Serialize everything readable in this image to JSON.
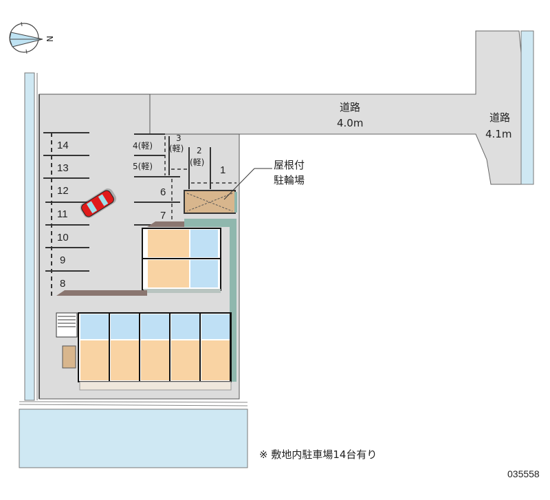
{
  "compass": {
    "label": "N"
  },
  "roads": {
    "main": {
      "name": "道路",
      "width": "4.0m"
    },
    "side": {
      "name": "道路",
      "width": "4.1m"
    }
  },
  "bike_shelter": {
    "line1": "屋根付",
    "line2": "駐輪場"
  },
  "parking": {
    "spaces": [
      {
        "label": "14"
      },
      {
        "label": "13"
      },
      {
        "label": "12"
      },
      {
        "label": "11"
      },
      {
        "label": "10"
      },
      {
        "label": "9"
      },
      {
        "label": "8"
      },
      {
        "label": "4(軽)"
      },
      {
        "label": "5(軽)"
      },
      {
        "num": "3",
        "kei": "(軽)"
      },
      {
        "num": "2",
        "kei": "(軽)"
      },
      {
        "label": "1"
      },
      {
        "label": "6"
      },
      {
        "label": "7"
      }
    ]
  },
  "note": "※ 敷地内駐車場14台有り",
  "code": "035558",
  "colors": {
    "site": "#dcdcdc",
    "road": "#dedede",
    "water": "#cfe8f3",
    "room": "#f9d3a3",
    "wet": "#bfe0f5",
    "shelter": "#d8b68d",
    "car": "#e01b1b",
    "green": "#8fb7ad"
  }
}
